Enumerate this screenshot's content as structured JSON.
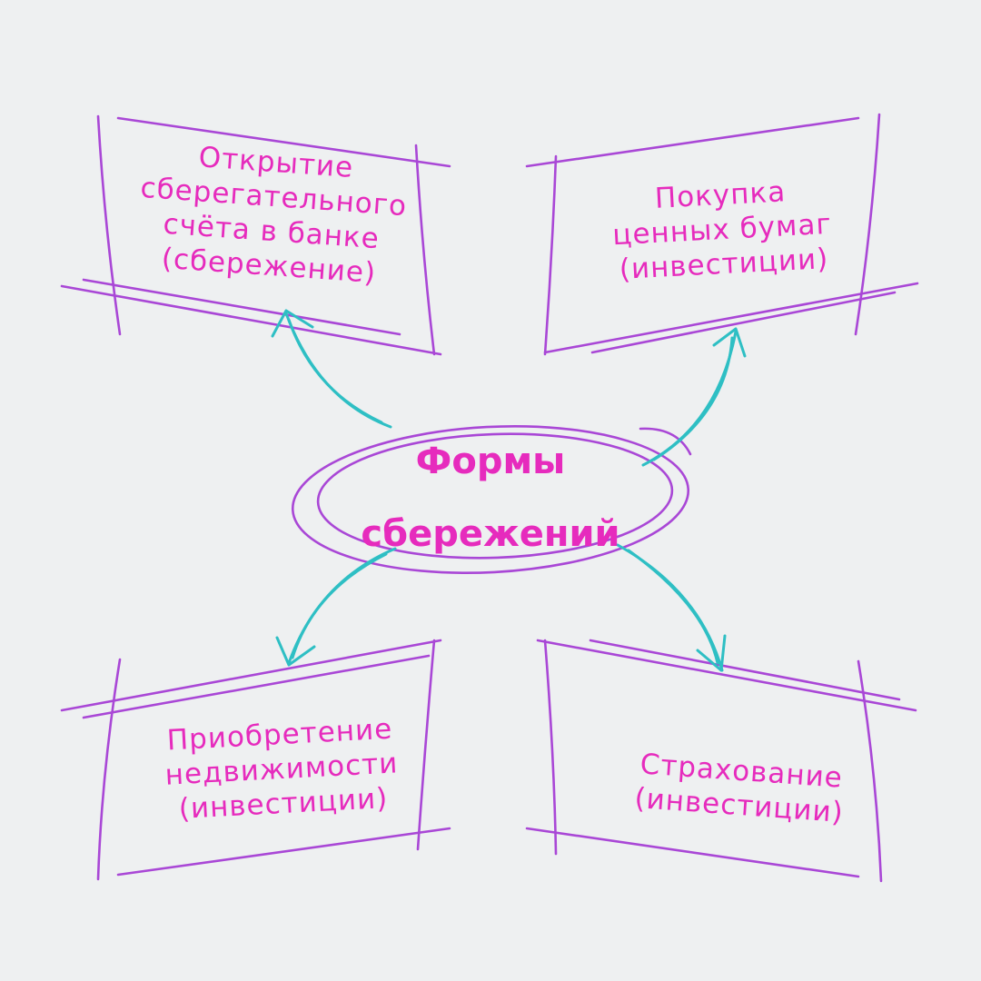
{
  "center": {
    "line1": "Формы",
    "line2": "сбережений"
  },
  "nodes": {
    "top_left": {
      "lines": [
        "Открытие",
        "сберегательного",
        "счёта в банке",
        "(сбережение)"
      ]
    },
    "top_right": {
      "lines": [
        "Покупка",
        "ценных бумаг",
        "(инвестиции)"
      ]
    },
    "bottom_left": {
      "lines": [
        "Приобретение",
        "недвижимости",
        "(инвестиции)"
      ]
    },
    "bottom_right": {
      "lines": [
        "Страхование",
        "(инвестиции)"
      ]
    }
  },
  "colors": {
    "background": "#eef0f1",
    "frame_lines": "#a947d6",
    "text": "#e62bbd",
    "arrows": "#2ebfc4"
  }
}
